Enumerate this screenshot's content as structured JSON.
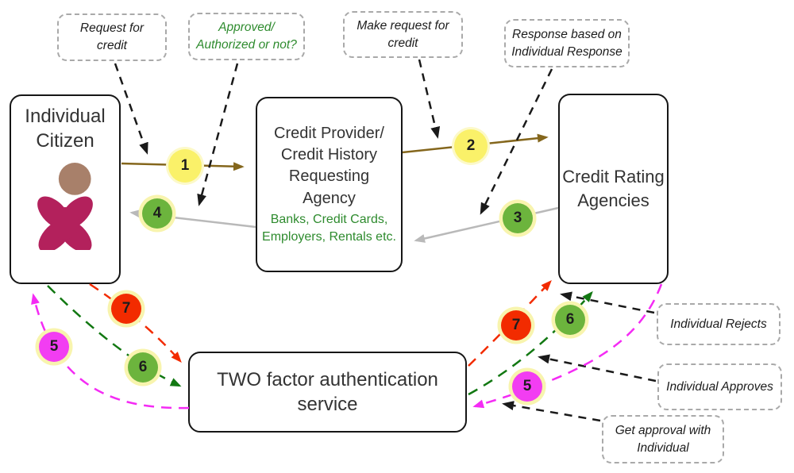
{
  "nodes": {
    "individual_citizen": {
      "title": "Individual\nCitizen"
    },
    "credit_provider": {
      "title": "Credit Provider/\nCredit History\nRequesting\nAgency",
      "subtitle": "Banks, Credit Cards,\nEmployers, Rentals etc."
    },
    "credit_rating": {
      "title": "Credit Rating\nAgencies"
    },
    "two_factor": {
      "title": "TWO factor authentication service"
    }
  },
  "annotations": [
    {
      "id": "request-for-credit",
      "text": "Request for credit"
    },
    {
      "id": "approved-authorized",
      "text": "Approved/\nAuthorized or not?"
    },
    {
      "id": "make-request-for-credit",
      "text": "Make request for\ncredit"
    },
    {
      "id": "response-based",
      "text": "Response based on\nIndividual Response"
    },
    {
      "id": "individual-rejects",
      "text": "Individual Rejects"
    },
    {
      "id": "individual-approves",
      "text": "Individual Approves"
    },
    {
      "id": "get-approval",
      "text": "Get approval with\nIndividual"
    }
  ],
  "steps": [
    "1",
    "2",
    "3",
    "4",
    "5",
    "6",
    "7"
  ],
  "colors": {
    "step_yellow": "#faf169",
    "step_green": "#6cb43d",
    "step_red": "#f22b00",
    "step_magenta": "#f23df2",
    "step_halo": "#f8f4ae",
    "flow_request": "#84661c",
    "flow_response": "#b9b9b9",
    "flow_reject": "#f22b00",
    "flow_approve": "#127812",
    "flow_get_approval": "#f42bf4",
    "callout_border": "#a9a9a9",
    "green_text": "#2e8b2e",
    "person_head": "#a8806a",
    "person_body": "#b3215c"
  }
}
